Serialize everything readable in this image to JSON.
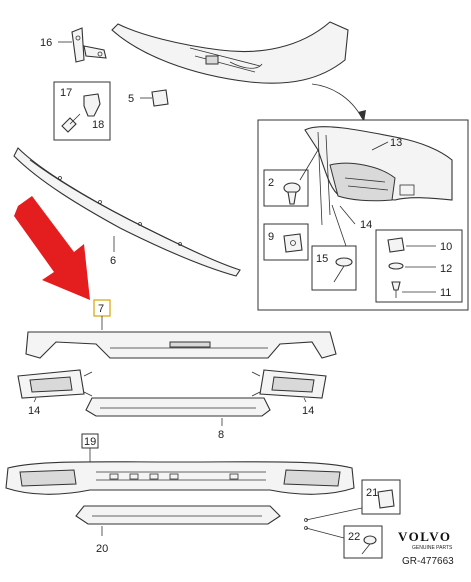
{
  "labels": {
    "p16": "16",
    "p5": "5",
    "p17": "17",
    "p18": "18",
    "p13": "13",
    "p2": "2",
    "p14_inset": "14",
    "p9": "9",
    "p15": "15",
    "p10": "10",
    "p12": "12",
    "p11": "11",
    "p6": "6",
    "p7": "7",
    "p14_left": "14",
    "p14_right": "14",
    "p8": "8",
    "p19": "19",
    "p21": "21",
    "p22": "22",
    "p20": "20"
  },
  "brand": {
    "name": "VOLVO",
    "tagline": "GENUINE PARTS",
    "reference": "GR-477663"
  },
  "colors": {
    "highlight_arrow": "#e41e1e",
    "highlight_box": "#d9a400",
    "line": "#333333"
  }
}
